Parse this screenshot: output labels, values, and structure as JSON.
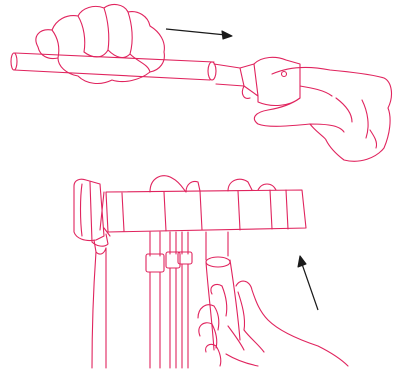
{
  "colors": {
    "line": "#e0245e",
    "arrow": "#1a1a1a",
    "background": "#ffffff"
  },
  "panels": [
    {
      "id": "top",
      "icon": "hand-pulling-tube-off-fitting"
    },
    {
      "id": "bottom",
      "icon": "hand-pushing-tube-into-manifold"
    }
  ]
}
